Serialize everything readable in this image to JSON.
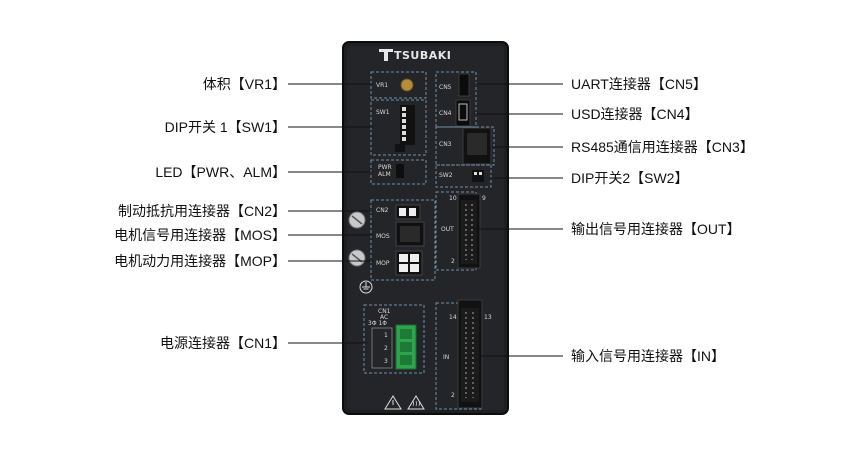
{
  "brand": "TSUBAKI",
  "callouts_left": [
    {
      "id": "vr1",
      "text": "体积【VR1】"
    },
    {
      "id": "sw1",
      "text": "DIP开关 1【SW1】"
    },
    {
      "id": "led",
      "text": "LED【PWR、ALM】"
    },
    {
      "id": "cn2",
      "text": "制动抵抗用连接器【CN2】"
    },
    {
      "id": "mos",
      "text": "电机信号用连接器【MOS】"
    },
    {
      "id": "mop",
      "text": "电机动力用连接器【MOP】"
    },
    {
      "id": "cn1",
      "text": "电源连接器【CN1】"
    }
  ],
  "callouts_right": [
    {
      "id": "cn5",
      "text": "UART连接器【CN5】"
    },
    {
      "id": "cn4",
      "text": "USD连接器【CN4】"
    },
    {
      "id": "cn3",
      "text": "RS485通信用连接器【CN3】"
    },
    {
      "id": "sw2",
      "text": "DIP开关2【SW2】"
    },
    {
      "id": "out",
      "text": "输出信号用连接器【OUT】"
    },
    {
      "id": "in",
      "text": "输入信号用连接器【IN】"
    }
  ],
  "device_labels": {
    "vr1": "VR1",
    "sw1": "SW1",
    "pwr": "PWR",
    "alm": "ALM",
    "cn2": "CN2",
    "mos": "MOS",
    "mop": "MOP",
    "cn1": "CN1",
    "ac": "AC",
    "phase": "3Φ  1Φ",
    "cn1_pin1": "1",
    "cn1_pin2": "2",
    "cn1_pin3": "3",
    "cn5": "CN5",
    "cn4": "CN4",
    "cn3": "CN3",
    "sw2": "SW2",
    "out": "OUT",
    "out_pin10": "10",
    "out_pin9": "9",
    "out_pin2": "2",
    "in": "IN",
    "in_pin14": "14",
    "in_pin13": "13",
    "in_pin2": "2"
  },
  "colors": {
    "device_body": "#1e1f21",
    "device_edge": "#0c0c0d",
    "dashed_box": "#6f8fa8",
    "cn1_terminal": "#2fa44f",
    "leader_line": "#111111"
  }
}
